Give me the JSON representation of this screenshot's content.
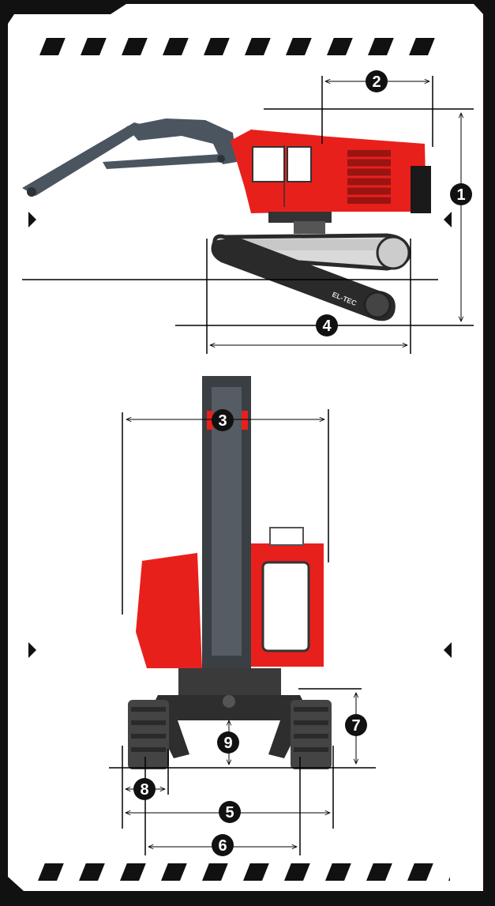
{
  "callouts": {
    "c1": "1",
    "c2": "2",
    "c3": "3",
    "c4": "4",
    "c5": "5",
    "c6": "6",
    "c7": "7",
    "c8": "8",
    "c9": "9"
  },
  "machine_branding": {
    "track_text": "EL-TEC"
  },
  "colors": {
    "frame": "#111111",
    "panel": "#ffffff",
    "machine_red": "#e8201c",
    "boom_gray": "#4a5560",
    "track_dark": "#2a2a2a",
    "dimension_line": "#000000"
  }
}
